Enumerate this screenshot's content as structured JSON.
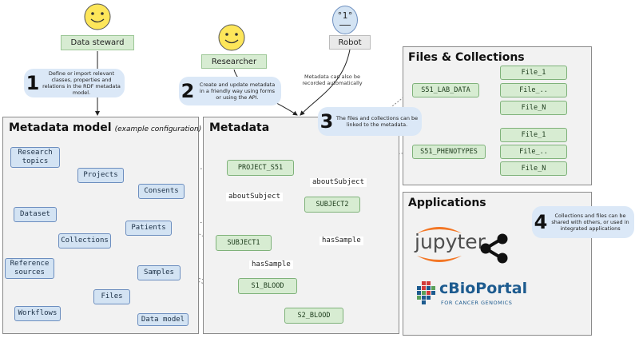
{
  "actors": {
    "data_steward": "Data steward",
    "researcher": "Researcher",
    "robot": "Robot",
    "robot_face": "°1°"
  },
  "callouts": {
    "c1": {
      "num": "1",
      "text": "Define or import relevant classes, properties and relations in the RDF metadata model."
    },
    "c2": {
      "num": "2",
      "text": "Create and update metadata in a friendly way using forms or using the API."
    },
    "c3": {
      "num": "3",
      "text": "The files and collections can be linked to the metadata."
    },
    "c4": {
      "num": "4",
      "text": "Collections and files can be shared with others, or used in integrated applications"
    }
  },
  "robot_note": "Metadata can also be recorded automatically",
  "panels": {
    "model": {
      "title": "Metadata model",
      "subtitle": "(example configuration)"
    },
    "metadata": {
      "title": "Metadata"
    },
    "files": {
      "title": "Files & Collections"
    },
    "apps": {
      "title": "Applications"
    }
  },
  "model_nodes": {
    "research_topics": "Research topics",
    "projects": "Projects",
    "consents": "Consents",
    "dataset": "Dataset",
    "patients": "Patients",
    "collections": "Collections",
    "reference_sources": "Reference sources",
    "samples": "Samples",
    "files": "Files",
    "workflows": "Workflows",
    "data_model": "Data model"
  },
  "metadata_nodes": {
    "project": "PROJECT_S51",
    "subject1": "SUBJECT1",
    "subject2": "SUBJECT2",
    "s1_blood": "S1_BLOOD",
    "s2_blood": "S2_BLOOD"
  },
  "edge_labels": {
    "about_subject_1": "aboutSubject",
    "about_subject_2": "aboutSubject",
    "has_sample_1": "hasSample",
    "has_sample_2": "hasSample"
  },
  "file_nodes": {
    "lab_data": "S51_LAB_DATA",
    "phenotypes": "S51_PHENOTYPES",
    "lab_files": [
      "File_1",
      "File_..",
      "File_N"
    ],
    "pheno_files": [
      "File_1",
      "File_..",
      "File_N"
    ]
  },
  "apps": {
    "jupyter": "jupyter",
    "cbio_main": "cBioPortal",
    "cbio_sub": "FOR CANCER GENOMICS",
    "share_icon": "share-icon"
  },
  "colors": {
    "blue_node": "#d3e3f3",
    "green_node": "#d7ecd2",
    "callout": "#dbe8f7",
    "face": "#fde65a",
    "jupyter_orange": "#f37726",
    "cbio_blue": "#1d5b8f"
  }
}
